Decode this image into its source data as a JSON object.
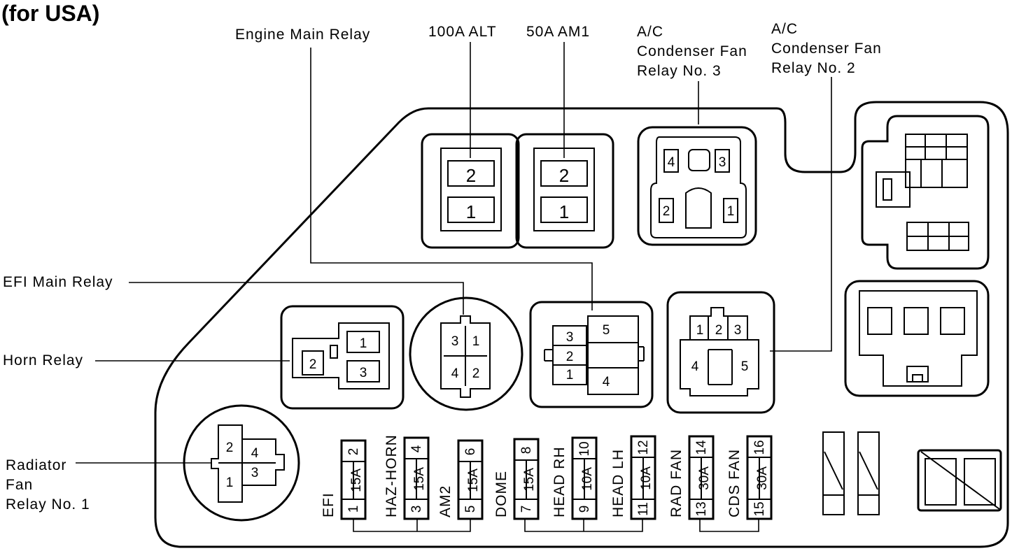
{
  "title": "(for USA)",
  "labels": {
    "engine_main_relay": "Engine Main Relay",
    "alt_100a": "100A  ALT",
    "am1_50a": "50A  AM1",
    "ac_fan3": [
      "A/C",
      "Condenser Fan",
      "Relay No. 3"
    ],
    "ac_fan2": [
      "A/C",
      "Condenser Fan",
      "Relay No. 2"
    ],
    "efi_main_relay": "EFI Main Relay",
    "horn_relay": "Horn Relay",
    "radiator_fan": [
      "Radiator",
      "Fan",
      "Relay No. 1"
    ]
  },
  "pins": {
    "alt": [
      "2",
      "1"
    ],
    "am1": [
      "2",
      "1"
    ],
    "fan3": [
      "4",
      "3",
      "2",
      "1"
    ],
    "horn": [
      "1",
      "2",
      "3"
    ],
    "efi": [
      "3",
      "1",
      "4",
      "2"
    ],
    "engine": [
      "3",
      "2",
      "1",
      "5",
      "4"
    ],
    "fan2": [
      "1",
      "2",
      "3",
      "4",
      "5"
    ],
    "radfan": [
      "2",
      "4",
      "1",
      "3"
    ]
  },
  "fuses": [
    {
      "name": "EFI",
      "amp": "15A",
      "top": "2",
      "bottom": "1"
    },
    {
      "name": "HAZ-HORN",
      "amp": "15A",
      "top": "4",
      "bottom": "3"
    },
    {
      "name": "AM2",
      "amp": "15A",
      "top": "6",
      "bottom": "5"
    },
    {
      "name": "DOME",
      "amp": "15A",
      "top": "8",
      "bottom": "7"
    },
    {
      "name": "HEAD RH",
      "amp": "10A",
      "top": "10",
      "bottom": "9"
    },
    {
      "name": "HEAD LH",
      "amp": "10A",
      "top": "12",
      "bottom": "11"
    },
    {
      "name": "RAD FAN",
      "amp": "30A",
      "top": "14",
      "bottom": "13"
    },
    {
      "name": "CDS FAN",
      "amp": "30A",
      "top": "16",
      "bottom": "15"
    }
  ]
}
